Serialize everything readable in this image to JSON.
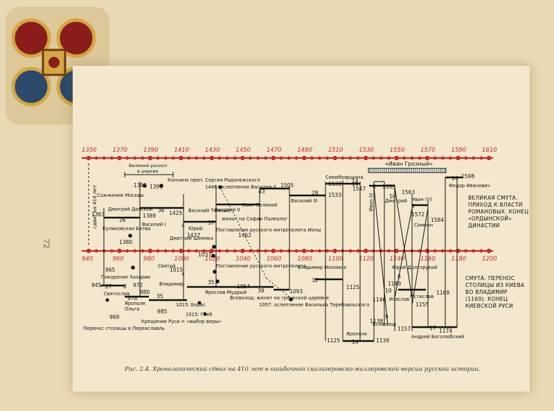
{
  "page_number": "72",
  "caption": "Рис. 2.4. Хронологический сдвиг на 410 лет в ошибочной скалигеровско-миллеровской версии русской истории.",
  "colors": {
    "axis": "#c8282a",
    "line": "#1a1a1a",
    "paper": "#f3e8cd"
  },
  "top_axis": [
    "1350",
    "1370",
    "1390",
    "1410",
    "1430",
    "1450",
    "1470",
    "1490",
    "1510",
    "1530",
    "1550",
    "1570",
    "1590",
    "1610"
  ],
  "bottom_axis": [
    "940",
    "960",
    "980",
    "1000",
    "1020",
    "1040",
    "1060",
    "1080",
    "1100",
    "1120",
    "1140",
    "1160",
    "1180",
    "1200"
  ],
  "shift_label": "сдвиг на 410 лет",
  "ivan_bar_label": "«Иван Грозный»",
  "top_dates": {
    "d1385": "1385",
    "d1391": "1391",
    "d1446": "1446",
    "d1363": "1363",
    "d1389": "1389",
    "d1380": "1380",
    "d1425": "1425",
    "d1437": "1437",
    "d1462": "1462",
    "d1505": "1505",
    "d1533": "1533",
    "d1547": "1547",
    "d1553": "1553",
    "d1563": "1563",
    "d1572": "1572",
    "d1584": "1584",
    "d1598": "1598",
    "d1533b": "1533"
  },
  "bottom_dates": {
    "d945": "945",
    "d965": "965",
    "d969": "969",
    "d972": "972",
    "d978": "978",
    "d980": "980",
    "d985": "985",
    "d1015": "1015",
    "d1037": "1037",
    "d1054": "1054",
    "d1093": "1093",
    "d1125": "1125",
    "d1138": "1138",
    "d1146": "1146",
    "d1149": "1149",
    "d1155": "1155",
    "d1157": "1157",
    "d1169": "1169",
    "d1174": "1174",
    "d1125b": "1125",
    "d1139": "1139"
  },
  "top_labels": {
    "crown_title": "Великий раскол",
    "crown_sub": "в церкви",
    "sergius": "Кончина преп. Сергия Радонежского",
    "vasily2_blind": "1446: ослепление Василия II",
    "sozhzhenie": "Сожжение Москвы",
    "dmitry": "Дмитрий Донской",
    "kulikov": "Куликовская Битва",
    "vasily1": "Василий I",
    "vasily_temny": "Василий Темный",
    "yury": "Юрий",
    "dmitry_shemyaka": "Дмитрий Шемяка",
    "vasily2": "Василий II",
    "ivan_veliky": "Иван Великий",
    "sofia": "женат на Софии Палеолог",
    "iona": "Поставление русского митрополита Ионы",
    "vasily3": "Василий III",
    "semiboyar": "Семибоярщина",
    "ivan4": "Иван IV",
    "dmitry2": "Дмитрий",
    "ivan5": "Иван (V)",
    "simeon": "Симеон",
    "fedor": "Федор Иванович",
    "smuta_top": "ВЕЛИКАЯ СМУТА. ПРИХОД К ВЛАСТИ РОМАНОВЫХ. КОНЕЦ «ОРДЫНСКОЙ» ДИНАСТИИ"
  },
  "bottom_labels": {
    "svyatoslav": "Святослав",
    "khazars": "Покорение Хазарии",
    "olga": "Ольга",
    "pereyaslavl": "Перенос столицы в Переяславль",
    "yaropolk": "Ярополк",
    "kreshchenie": "Крещение Руси = «выбор веры»",
    "svyatoy": "Святой",
    "vladimir": "Владимир",
    "boris": "1015: Борис",
    "gleb": "1015: Глеб",
    "yaroslav": "Ярослав Мудрый",
    "mitropolit": "Поставление русского митрополита",
    "vsevolod": "Всеволод; женат на греческой царевне",
    "vasilko": "1097: ослепление Василька Теребовльского",
    "monomakh": "Владимир Мономах",
    "yaropolk2": "Ярополк",
    "yury_dolg": "Юрий Долгорукий",
    "izyaslav": "Изяслав",
    "mstislav": "Мстислав",
    "vsevolod2": "Всеволод",
    "andrey": "Андрей Боголюбский",
    "smuta_bottom": "СМУТА. ПЕРЕНОС СТОЛИЦЫ ИЗ КИЕВА ВО ВЛАДИМИР (1169). КОНЕЦ КИЕВСКОЙ РУСИ"
  },
  "numbers": {
    "n26": "26",
    "n36": "36",
    "n37": "37",
    "n43": "43",
    "n28": "28",
    "n14": "14",
    "n6": "6",
    "n10": "10",
    "n9": "9",
    "n14b": "14",
    "n27": "27",
    "n8": "8",
    "n35": "35",
    "n35b": "35",
    "n39": "39",
    "n32": "32",
    "n14c": "14",
    "n9b": "9",
    "n10b": "10",
    "n9c": "9",
    "n17": "17",
    "n14d": "14",
    "n4": "4",
    "n4b": "4"
  }
}
